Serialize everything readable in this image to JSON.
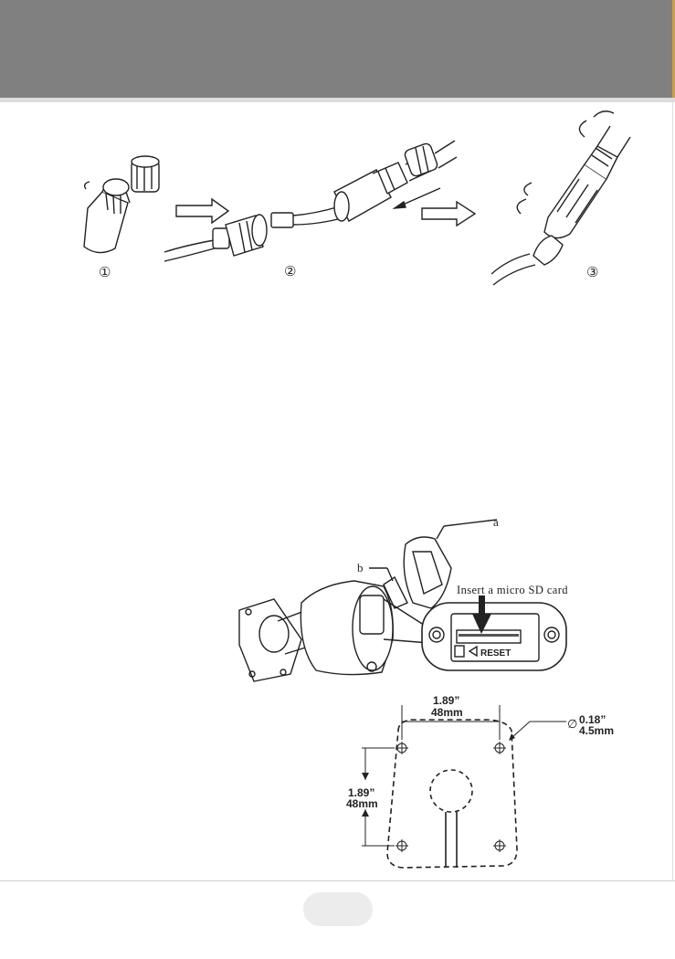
{
  "steps": {
    "step1": "①",
    "step2": "②",
    "step3": "③"
  },
  "sd_figure": {
    "label_a": "a",
    "label_b": "b",
    "insert_text": "Insert a micro SD card",
    "reset_text": "RESET"
  },
  "mount_template": {
    "horizontal_in": "1.89”",
    "horizontal_mm": "48mm",
    "vertical_in": "1.89”",
    "vertical_mm": "48mm",
    "hole_in": "0.18”",
    "hole_mm": "4.5mm",
    "diameter_symbol": "∅"
  }
}
